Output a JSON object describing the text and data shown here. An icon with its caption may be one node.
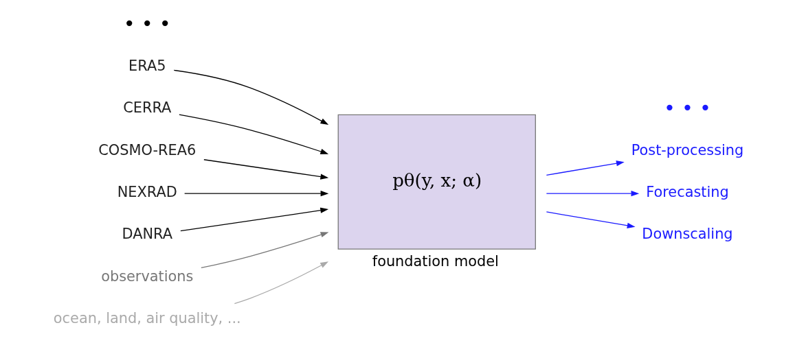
{
  "diagram": {
    "nodes": [
      {
        "text": [
          "ERA5"
        ]
      },
      {
        "text": [
          "CERRA"
        ]
      },
      {
        "text": [
          "COSMO-REA6"
        ]
      },
      {
        "text": [
          "NEXRAD"
        ]
      },
      {
        "text": [
          "DANRA"
        ]
      },
      {
        "text": [
          "observations"
        ]
      },
      {
        "text": [
          "ocean, land, air quality, ..."
        ]
      },
      {
        "text": [
          "pθ(y, x; α)"
        ],
        "beside": [
          "foundation model"
        ]
      },
      {
        "text": [
          "Post-processing"
        ]
      },
      {
        "text": [
          "Forecasting"
        ]
      },
      {
        "text": [
          "Downscaling"
        ]
      }
    ],
    "edges": [
      {
        "from": 0,
        "to": 7,
        "arrow": "to"
      },
      {
        "from": 1,
        "to": 7,
        "arrow": "to"
      },
      {
        "from": 2,
        "to": 7,
        "arrow": "to"
      },
      {
        "from": 3,
        "to": 7,
        "arrow": "to"
      },
      {
        "from": 4,
        "to": 7,
        "arrow": "to"
      },
      {
        "from": 5,
        "to": 7,
        "arrow": "to",
        "color": "#777777"
      },
      {
        "from": 6,
        "to": 7,
        "arrow": "to",
        "color": "#aaaaaa"
      },
      {
        "from": 7,
        "to": 8,
        "arrow": "to",
        "color": "#1a1aff"
      },
      {
        "from": 7,
        "to": 9,
        "arrow": "to",
        "color": "#1a1aff"
      },
      {
        "from": 7,
        "to": 10,
        "arrow": "to",
        "color": "#1a1aff"
      }
    ],
    "labels": [
      "• • •",
      "• • •"
    ]
  }
}
